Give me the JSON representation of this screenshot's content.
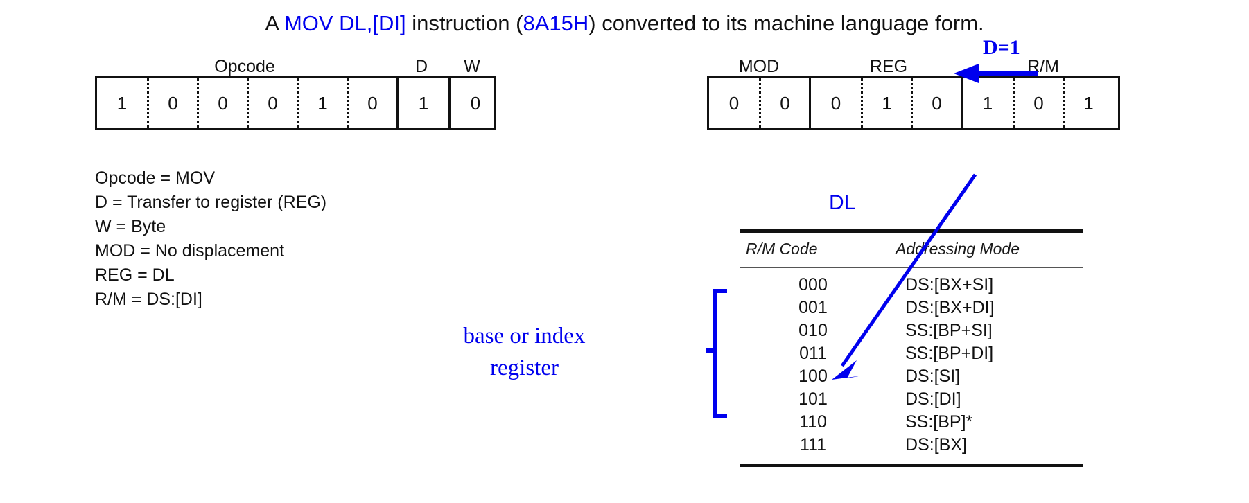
{
  "title": {
    "prefix": "A ",
    "instruction": "MOV DL,[DI]",
    "middle": " instruction (",
    "hex": "8A15H",
    "suffix": ") converted to its machine language form."
  },
  "byte1": {
    "labels": {
      "opcode": "Opcode",
      "d": "D",
      "w": "W"
    },
    "opcode_bits": [
      "1",
      "0",
      "0",
      "0",
      "1",
      "0"
    ],
    "d_bit": "1",
    "w_bit": "0"
  },
  "byte2": {
    "labels": {
      "mod": "MOD",
      "reg": "REG",
      "rm": "R/M"
    },
    "mod_bits": [
      "0",
      "0"
    ],
    "reg_bits": [
      "0",
      "1",
      "0"
    ],
    "rm_bits": [
      "1",
      "0",
      "1"
    ]
  },
  "legend": [
    "Opcode = MOV",
    "D = Transfer to register (REG)",
    "W = Byte",
    "MOD = No displacement",
    "REG = DL",
    "R/M = DS:[DI]"
  ],
  "annotations": {
    "d_equals_1": "D=1",
    "dl": "DL",
    "base_or_index": "base or index register"
  },
  "rm_table": {
    "headers": [
      "R/M Code",
      "Addressing Mode"
    ],
    "rows": [
      {
        "code": "000",
        "mode": "DS:[BX+SI]"
      },
      {
        "code": "001",
        "mode": "DS:[BX+DI]"
      },
      {
        "code": "010",
        "mode": "SS:[BP+SI]"
      },
      {
        "code": "011",
        "mode": "SS:[BP+DI]"
      },
      {
        "code": "100",
        "mode": "DS:[SI]"
      },
      {
        "code": "101",
        "mode": "DS:[DI]"
      },
      {
        "code": "110",
        "mode": "SS:[BP]*"
      },
      {
        "code": "111",
        "mode": "DS:[BX]"
      }
    ]
  },
  "colors": {
    "accent_blue": "#0000ee",
    "ink": "#111111",
    "background": "#ffffff"
  }
}
